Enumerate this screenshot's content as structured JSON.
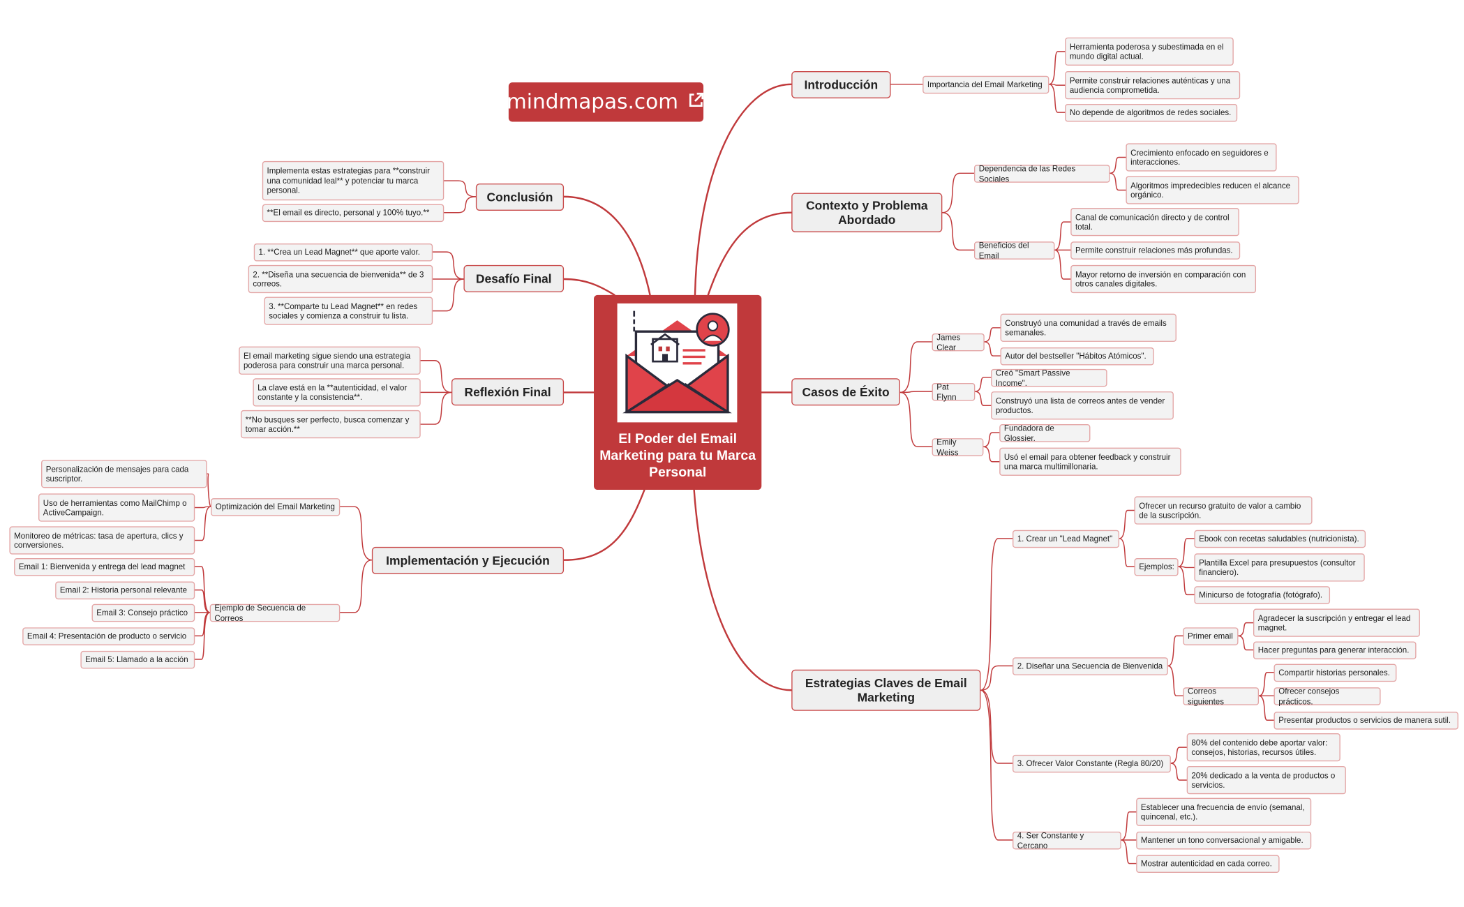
{
  "brand": {
    "label": "mindmapas.com",
    "icon": "external-link-icon"
  },
  "colors": {
    "accent": "#c0393b",
    "line": "#c0393b",
    "node_border": "#e3a4a4",
    "node_fill": "#f3f3f3"
  },
  "central": {
    "title": "El Poder del Email Marketing para tu Marca Personal",
    "icon": "email-envelope-icon"
  },
  "branches": {
    "introduccion": {
      "label": "Introducción",
      "importancia": {
        "label": "Importancia del Email Marketing",
        "items": [
          "Herramienta poderosa y subestimada en el mundo digital actual.",
          "Permite construir relaciones auténticas y una audiencia comprometida.",
          "No depende de algoritmos de redes sociales."
        ]
      }
    },
    "contexto": {
      "label": "Contexto y Problema Abordado",
      "dependencia": {
        "label": "Dependencia de las Redes Sociales",
        "items": [
          "Crecimiento enfocado en seguidores e interacciones.",
          "Algoritmos impredecibles reducen el alcance orgánico."
        ]
      },
      "beneficios": {
        "label": "Beneficios del Email",
        "items": [
          "Canal de comunicación directo y de control total.",
          "Permite construir relaciones más profundas.",
          "Mayor retorno de inversión en comparación con otros canales digitales."
        ]
      }
    },
    "casos": {
      "label": "Casos de Éxito",
      "james": {
        "label": "James Clear",
        "items": [
          "Construyó una comunidad a través de emails semanales.",
          "Autor del bestseller \"Hábitos Atómicos\"."
        ]
      },
      "pat": {
        "label": "Pat Flynn",
        "items": [
          "Creó \"Smart Passive Income\".",
          "Construyó una lista de correos antes de vender productos."
        ]
      },
      "emily": {
        "label": "Emily Weiss",
        "items": [
          "Fundadora de Glossier.",
          "Usó el email para obtener feedback y construir una marca multimillonaria."
        ]
      }
    },
    "estrategias": {
      "label": "Estrategias Claves de Email Marketing",
      "s1": {
        "label": "1. Crear un \"Lead Magnet\"",
        "item": "Ofrecer un recurso gratuito de valor a cambio de la suscripción.",
        "ejemplos": {
          "label": "Ejemplos:",
          "items": [
            "Ebook con recetas saludables (nutricionista).",
            "Plantilla Excel para presupuestos (consultor financiero).",
            "Minicurso de fotografía (fotógrafo)."
          ]
        }
      },
      "s2": {
        "label": "2. Diseñar una Secuencia de Bienvenida",
        "primer": {
          "label": "Primer email",
          "items": [
            "Agradecer la suscripción y entregar el lead magnet.",
            "Hacer preguntas para generar interacción."
          ]
        },
        "siguientes": {
          "label": "Correos siguientes",
          "items": [
            "Compartir historias personales.",
            "Ofrecer consejos prácticos.",
            "Presentar productos o servicios de manera sutil."
          ]
        }
      },
      "s3": {
        "label": "3. Ofrecer Valor Constante (Regla 80/20)",
        "items": [
          "80% del contenido debe aportar valor: consejos, historias, recursos útiles.",
          "20% dedicado a la venta de productos o servicios."
        ]
      },
      "s4": {
        "label": "4. Ser Constante y Cercano",
        "items": [
          "Establecer una frecuencia de envío (semanal, quincenal, etc.).",
          "Mantener un tono conversacional y amigable.",
          "Mostrar autenticidad en cada correo."
        ]
      }
    },
    "conclusion": {
      "label": "Conclusión",
      "items": [
        "Implementa estas estrategias para **construir una comunidad leal** y potenciar tu marca personal.",
        "**El email es directo, personal y 100% tuyo.**"
      ]
    },
    "desafio": {
      "label": "Desafío Final",
      "items": [
        "1. **Crea un Lead Magnet** que aporte valor.",
        "2. **Diseña una secuencia de bienvenida** de 3 correos.",
        "3. **Comparte tu Lead Magnet** en redes sociales y comienza a construir tu lista."
      ]
    },
    "reflexion": {
      "label": "Reflexión Final",
      "items": [
        "El email marketing sigue siendo una estrategia poderosa para construir una marca personal.",
        "La clave está en la **autenticidad, el valor constante y la consistencia**.",
        "**No busques ser perfecto, busca comenzar y tomar acción.**"
      ]
    },
    "implementacion": {
      "label": "Implementación y Ejecución",
      "optimizacion": {
        "label": "Optimización del Email Marketing",
        "items": [
          "Personalización de mensajes para cada suscriptor.",
          "Uso de herramientas como MailChimp o ActiveCampaign.",
          "Monitoreo de métricas: tasa de apertura, clics y conversiones."
        ]
      },
      "secuencia": {
        "label": "Ejemplo de Secuencia de Correos",
        "items": [
          "Email 1: Bienvenida y entrega del lead magnet",
          "Email 2: Historia personal relevante",
          "Email 3: Consejo práctico",
          "Email 4: Presentación de producto o servicio",
          "Email 5: Llamado a la acción"
        ]
      }
    }
  }
}
